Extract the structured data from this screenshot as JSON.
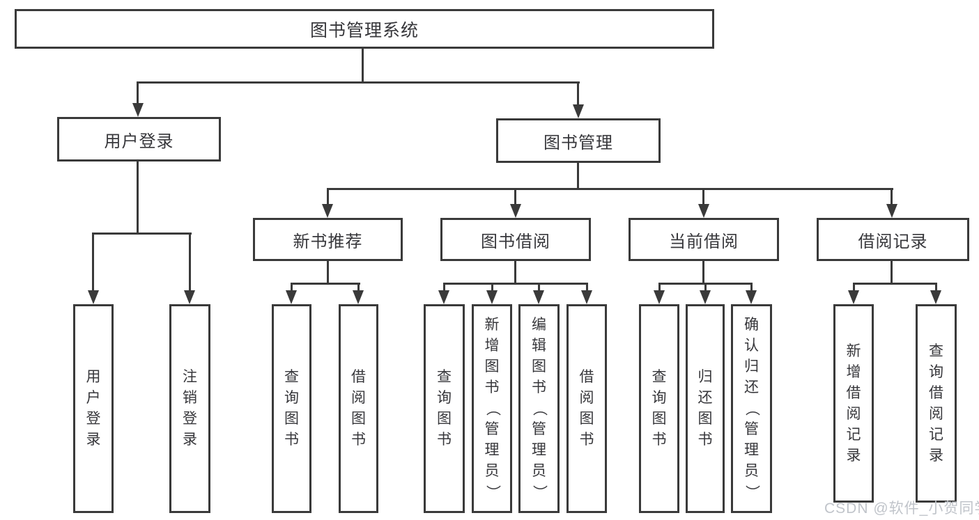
{
  "title": "图书管理系统",
  "nodes": {
    "root": {
      "label": "图书管理系统"
    },
    "level2": [
      {
        "label": "用户登录"
      },
      {
        "label": "图书管理"
      }
    ],
    "level3": [
      {
        "label": "新书推荐",
        "parent": "图书管理"
      },
      {
        "label": "图书借阅",
        "parent": "图书管理"
      },
      {
        "label": "当前借阅",
        "parent": "图书管理"
      },
      {
        "label": "借阅记录",
        "parent": "图书管理"
      }
    ],
    "leaves": [
      {
        "label": "用户登录",
        "parent": "用户登录"
      },
      {
        "label": "注销登录",
        "parent": "用户登录"
      },
      {
        "label": "查询图书",
        "parent": "新书推荐"
      },
      {
        "label": "借阅图书",
        "parent": "新书推荐"
      },
      {
        "label": "查询图书",
        "parent": "图书借阅"
      },
      {
        "label": "新增图书（管理员）",
        "parent": "图书借阅"
      },
      {
        "label": "编辑图书（管理员）",
        "parent": "图书借阅"
      },
      {
        "label": "借阅图书",
        "parent": "图书借阅"
      },
      {
        "label": "查询图书",
        "parent": "当前借阅"
      },
      {
        "label": "归还图书",
        "parent": "当前借阅"
      },
      {
        "label": "确认归还（管理员）",
        "parent": "当前借阅"
      },
      {
        "label": "新增借阅记录",
        "parent": "借阅记录"
      },
      {
        "label": "查询借阅记录",
        "parent": "借阅记录"
      }
    ]
  },
  "watermark": {
    "text": "CSDN @软件_小贺同学"
  },
  "colors": {
    "line": "#3a3a3a",
    "text": "#37373b",
    "watermark": "#c0c4ca",
    "background": "#ffffff"
  }
}
